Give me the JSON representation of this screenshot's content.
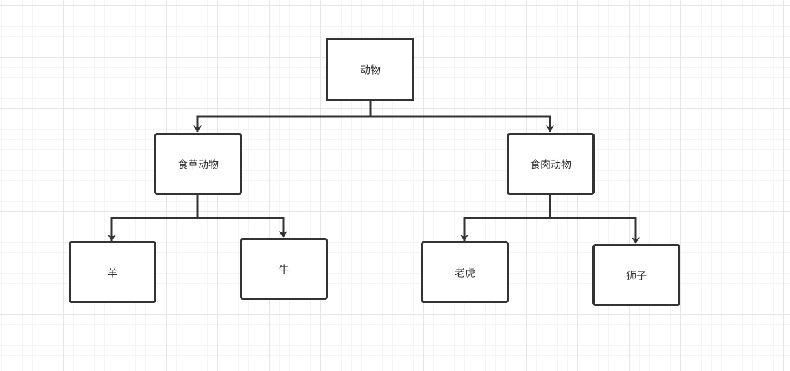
{
  "diagram": {
    "nodes": {
      "root": "动物",
      "herbivore": "食草动物",
      "carnivore": "食肉动物",
      "sheep": "羊",
      "cow": "牛",
      "tiger": "老虎",
      "lion": "狮子"
    },
    "edges": [
      {
        "from": "root",
        "to": "herbivore"
      },
      {
        "from": "root",
        "to": "carnivore"
      },
      {
        "from": "herbivore",
        "to": "sheep"
      },
      {
        "from": "herbivore",
        "to": "cow"
      },
      {
        "from": "carnivore",
        "to": "tiger"
      },
      {
        "from": "carnivore",
        "to": "lion"
      }
    ],
    "colors": {
      "stroke": "#333333",
      "background": "#ffffff",
      "grid": "#e6e6e6"
    }
  }
}
